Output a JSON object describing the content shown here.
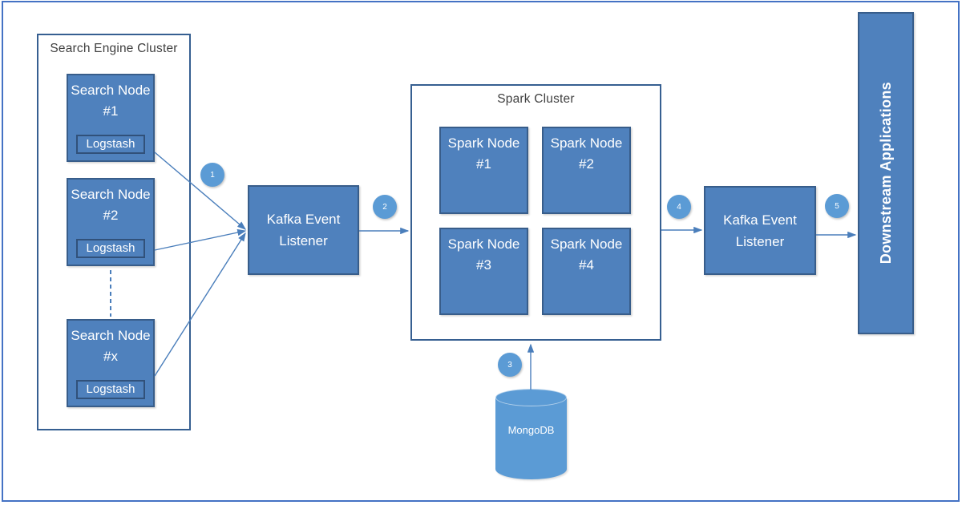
{
  "diagram": {
    "search_cluster": {
      "title": "Search Engine Cluster",
      "nodes": [
        {
          "label": "Search Node #1",
          "agent": "Logstash"
        },
        {
          "label": "Search Node #2",
          "agent": "Logstash"
        },
        {
          "label": "Search Node #x",
          "agent": "Logstash"
        }
      ]
    },
    "kafka_left": {
      "label": "Kafka Event Listener"
    },
    "spark_cluster": {
      "title": "Spark Cluster",
      "nodes": [
        {
          "label": "Spark Node #1"
        },
        {
          "label": "Spark Node #2"
        },
        {
          "label": "Spark Node #3"
        },
        {
          "label": "Spark Node #4"
        }
      ]
    },
    "mongodb": {
      "label": "MongoDB"
    },
    "kafka_right": {
      "label": "Kafka Event Listener"
    },
    "downstream": {
      "label": "Downstream Applications"
    },
    "step_badges": [
      {
        "n": "1"
      },
      {
        "n": "2"
      },
      {
        "n": "3"
      },
      {
        "n": "4"
      },
      {
        "n": "5"
      }
    ],
    "colors": {
      "node_fill": "#4f81bd",
      "node_border": "#385d8a",
      "badge_fill": "#5b9bd5",
      "cylinder_fill": "#5b9bd5",
      "connector": "#4a7ebb",
      "container_border": "#365f91",
      "frame_border": "#4472c4",
      "title_text": "#3f3f3f"
    }
  }
}
